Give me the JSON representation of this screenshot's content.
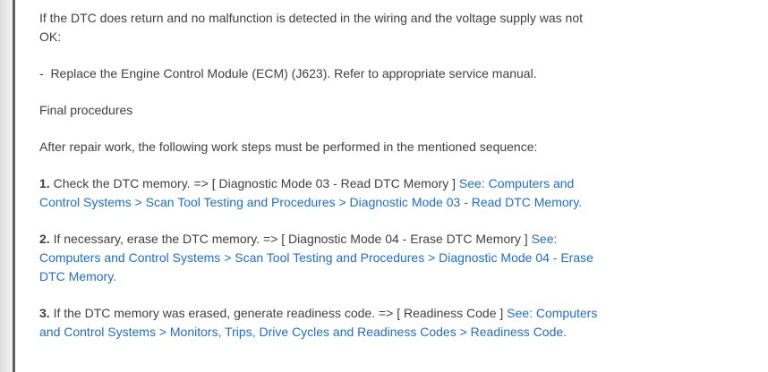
{
  "theme": {
    "background": "#ffffff",
    "rail_gradient_left": "#dcdcdc",
    "rail_gradient_right": "#f3f3f3",
    "divider_color": "#5e5e5e",
    "text_color": "#3f3f3f",
    "link_color": "#1e6ec6"
  },
  "document": {
    "paragraphs": [
      {
        "name": "intro-condition-paragraph",
        "segments": [
          {
            "t": "text",
            "lines": [
              "If the DTC does return and no malfunction is detected in the wiring and the voltage supply was not",
              "OK:"
            ]
          }
        ]
      },
      {
        "name": "replace-ecm-bullet",
        "segments": [
          {
            "t": "text",
            "lines": [
              "-  Replace the Engine Control Module (ECM) (J623). Refer to appropriate service manual."
            ]
          }
        ]
      },
      {
        "name": "final-procedures-heading",
        "segments": [
          {
            "t": "text",
            "lines": [
              "Final procedures"
            ]
          }
        ]
      },
      {
        "name": "after-repair-paragraph",
        "segments": [
          {
            "t": "text",
            "lines": [
              "After repair work, the following work steps must be performed in the mentioned sequence:"
            ]
          }
        ]
      },
      {
        "name": "step-1",
        "segments": [
          {
            "t": "bold",
            "lines": [
              "1."
            ]
          },
          {
            "t": "text",
            "lines": [
              " Check the DTC memory. => [ Diagnostic Mode 03 - Read DTC Memory ] "
            ]
          },
          {
            "t": "link",
            "lines": [
              "See: Computers and",
              "Control Systems > Scan Tool Testing and Procedures > Diagnostic Mode 03 - Read DTC Memory."
            ]
          }
        ]
      },
      {
        "name": "step-2",
        "segments": [
          {
            "t": "bold",
            "lines": [
              "2."
            ]
          },
          {
            "t": "text",
            "lines": [
              " If necessary, erase the DTC memory. => [ Diagnostic Mode 04 - Erase DTC Memory ] "
            ]
          },
          {
            "t": "link",
            "lines": [
              "See:",
              "Computers and Control Systems > Scan Tool Testing and Procedures > Diagnostic Mode 04 - Erase",
              "DTC Memory."
            ]
          }
        ]
      },
      {
        "name": "step-3",
        "segments": [
          {
            "t": "bold",
            "lines": [
              "3."
            ]
          },
          {
            "t": "text",
            "lines": [
              " If the DTC memory was erased, generate readiness code. => [ Readiness Code ] "
            ]
          },
          {
            "t": "link",
            "lines": [
              "See: Computers",
              "and Control Systems > Monitors, Trips, Drive Cycles and Readiness Codes > Readiness Code."
            ]
          }
        ]
      }
    ]
  }
}
